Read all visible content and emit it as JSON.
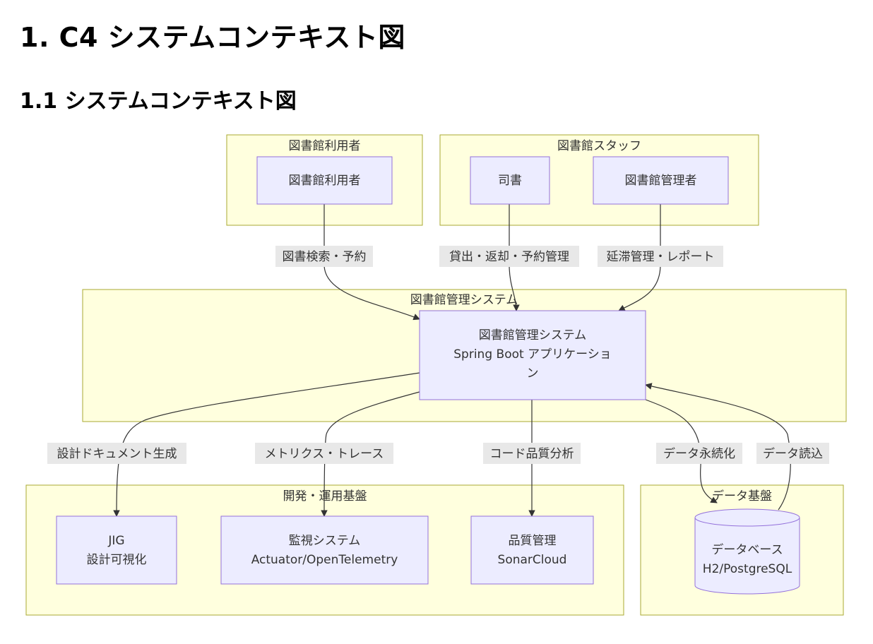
{
  "headings": {
    "h1": "1. C4 システムコンテキスト図",
    "h2": "1.1 システムコンテキスト図"
  },
  "clusters": {
    "users": "図書館利用者",
    "staff": "図書館スタッフ",
    "system": "図書館管理システム",
    "devops": "開発・運用基盤",
    "data": "データ基盤"
  },
  "nodes": {
    "user": [
      "図書館利用者"
    ],
    "librarian": [
      "司書"
    ],
    "admin": [
      "図書館管理者"
    ],
    "system": [
      "図書館管理システム",
      "Spring Boot アプリケーショ",
      "ン"
    ],
    "jig": [
      "JIG",
      "設計可視化"
    ],
    "monitor": [
      "監視システム",
      "Actuator/OpenTelemetry"
    ],
    "quality": [
      "品質管理",
      "SonarCloud"
    ],
    "db": [
      "データベース",
      "H2/PostgreSQL"
    ]
  },
  "edges": {
    "search": "図書検索・予約",
    "lending": "貸出・返却・予約管理",
    "overdue": "延滞管理・レポート",
    "design": "設計ドキュメント生成",
    "metrics": "メトリクス・トレース",
    "code": "コード品質分析",
    "persist": "データ永続化",
    "read": "データ読込"
  }
}
